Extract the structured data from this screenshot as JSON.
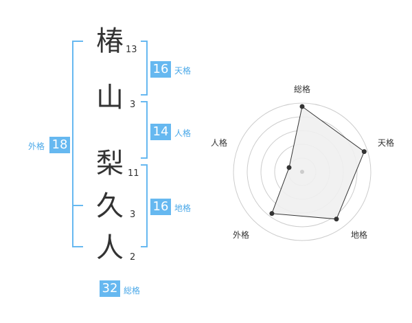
{
  "name": {
    "chars": [
      {
        "char": "椿",
        "strokes": "13"
      },
      {
        "char": "山",
        "strokes": "3"
      },
      {
        "char": "梨",
        "strokes": "11"
      },
      {
        "char": "久",
        "strokes": "3"
      },
      {
        "char": "人",
        "strokes": "2"
      }
    ]
  },
  "fortunes": {
    "tenkaku": {
      "value": "16",
      "label": "天格"
    },
    "jinkaku": {
      "value": "14",
      "label": "人格"
    },
    "chikaku": {
      "value": "16",
      "label": "地格"
    },
    "gaikaku": {
      "value": "18",
      "label": "外格"
    },
    "soukaku": {
      "value": "32",
      "label": "総格"
    }
  },
  "colors": {
    "accent": "#66b8f0",
    "accent_text": "#4aa8e8",
    "kanji": "#333333",
    "radar_fill": "#f0f0f0",
    "radar_line": "#333333",
    "grid": "#cccccc"
  },
  "chart_data": {
    "type": "radar",
    "axes": [
      "総格",
      "天格",
      "地格",
      "外格",
      "人格"
    ],
    "values": [
      0.95,
      0.95,
      0.85,
      0.75,
      0.2
    ],
    "rings": 5,
    "range": [
      0,
      1
    ]
  }
}
